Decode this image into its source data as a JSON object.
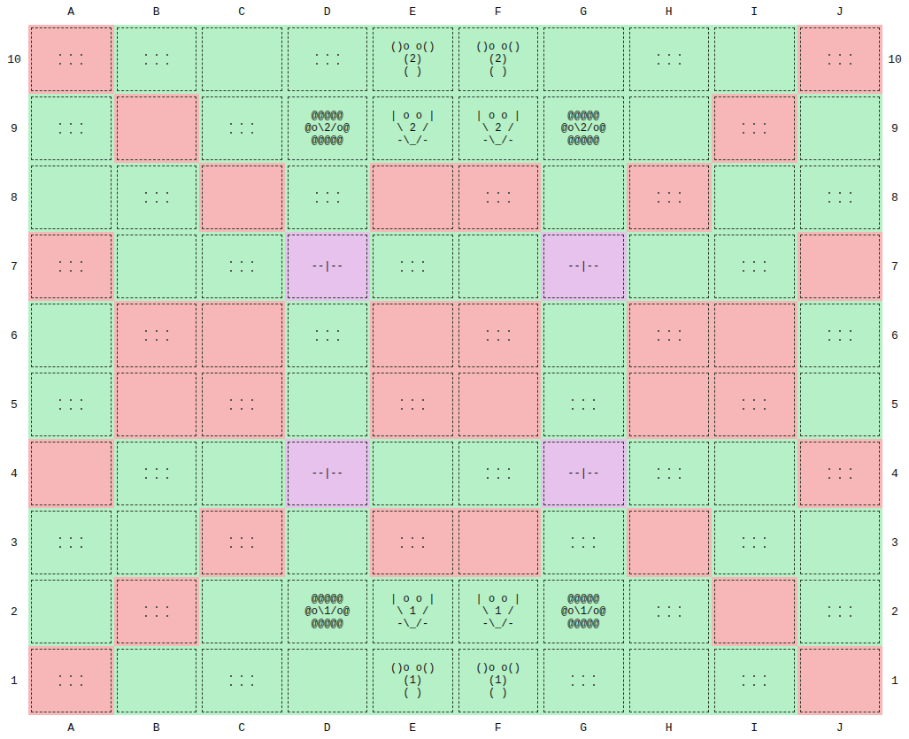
{
  "diagram": {
    "nodes": [
      {
        "text": [
          "()o o()",
          "(2)",
          "( )"
        ]
      },
      {
        "text": [
          "()o o()",
          "(2)",
          "( )"
        ]
      },
      {
        "text": [
          "@@@@@",
          "@o\\2/o@",
          "@@@@@"
        ]
      },
      {
        "text": [
          "| o o |",
          "\\ 2 /",
          "-\\_/-"
        ]
      },
      {
        "text": [
          "| o o |",
          "\\ 2 /",
          "-\\_/-"
        ]
      },
      {
        "text": [
          "@@@@@",
          "@o\\2/o@",
          "@@@@@"
        ]
      },
      {
        "text": [
          "--|--"
        ]
      },
      {
        "text": [
          "--|--"
        ]
      },
      {
        "text": [
          "--|--"
        ]
      },
      {
        "text": [
          "--|--"
        ]
      },
      {
        "text": [
          "@@@@@",
          "@o\\1/o@",
          "@@@@@"
        ]
      },
      {
        "text": [
          "| o o |",
          "\\ 1 /",
          "-\\_/-"
        ]
      },
      {
        "text": [
          "| o o |",
          "\\ 1 /",
          "-\\_/-"
        ]
      },
      {
        "text": [
          "@@@@@",
          "@o\\1/o@",
          "@@@@@"
        ]
      },
      {
        "text": [
          "()o o()",
          "(1)",
          "( )"
        ]
      },
      {
        "text": [
          "()o o()",
          "(1)",
          "( )"
        ]
      }
    ],
    "labels": [
      "A",
      "B",
      "C",
      "D",
      "E",
      "F",
      "G",
      "H",
      "I",
      "J",
      "10",
      "10",
      "9",
      "9",
      "8",
      "8",
      "7",
      "7",
      "6",
      "6",
      "5",
      "5",
      "4",
      "4",
      "3",
      "3",
      "2",
      "2",
      "1",
      "1",
      "A",
      "B",
      "C",
      "D",
      "E",
      "F",
      "G",
      "H",
      "I",
      "J"
    ]
  }
}
